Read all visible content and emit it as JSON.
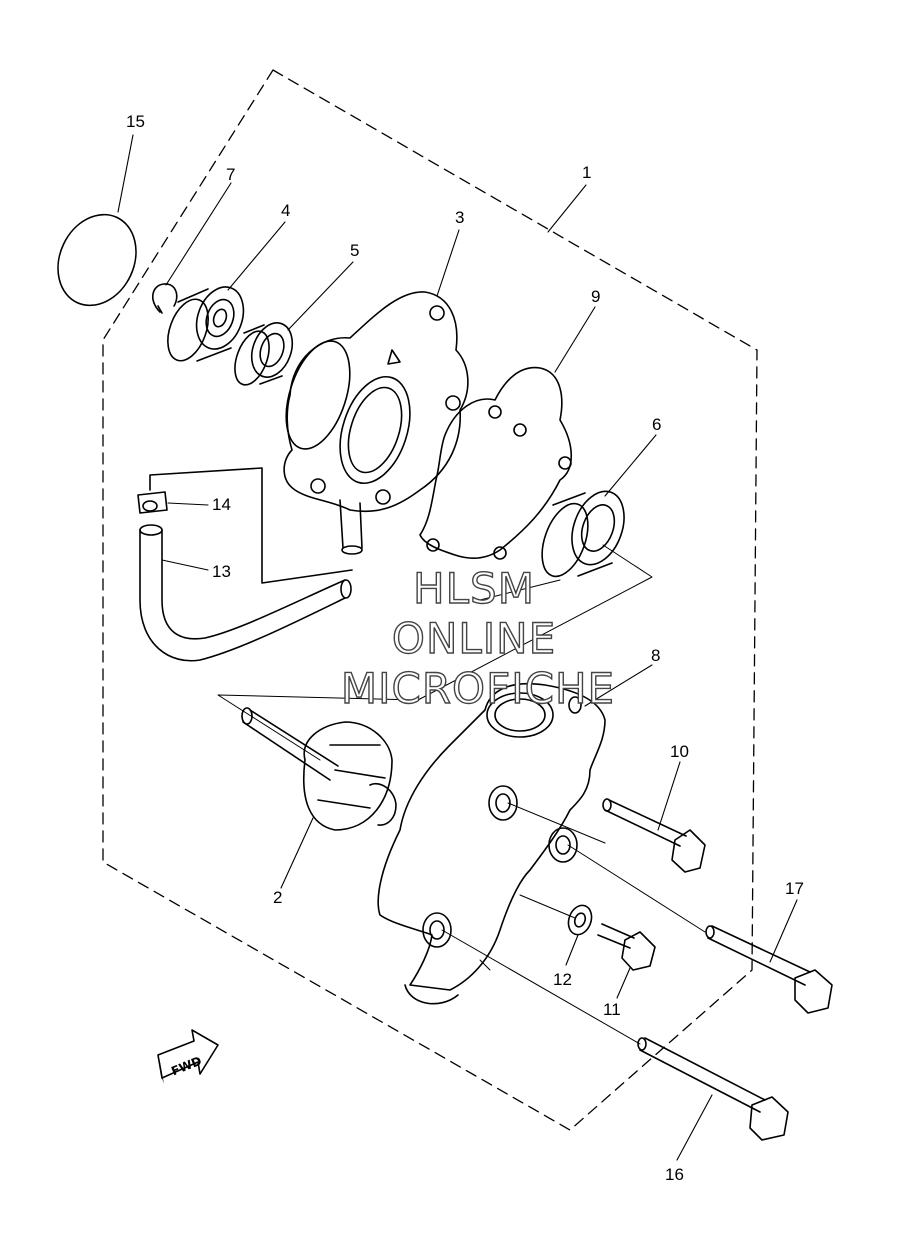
{
  "diagram": {
    "callouts": [
      "1",
      "2",
      "3",
      "4",
      "5",
      "6",
      "7",
      "8",
      "9",
      "10",
      "11",
      "12",
      "13",
      "14",
      "15",
      "16",
      "17"
    ],
    "watermark": [
      "HLSM",
      "ONLINE",
      "MICROFICHE"
    ],
    "direction_arrow": "FWD"
  }
}
